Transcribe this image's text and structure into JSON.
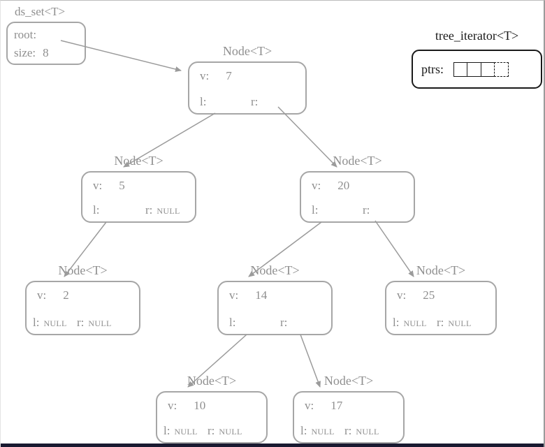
{
  "colors": {
    "diagram_gray": "#9b9b9b",
    "ink_black": "#1a1a1a",
    "bottom_bar": "#191930"
  },
  "set_box": {
    "title": "ds_set<T>",
    "root_label": "root:",
    "size_label": "size:",
    "size_value": "8"
  },
  "iterator": {
    "title": "tree_iterator<T>",
    "ptrs_label": "ptrs:"
  },
  "nodes": [
    {
      "title": "Node<T>",
      "v_label": "v:",
      "value": "7",
      "l_label": "l:",
      "l_null": "",
      "r_label": "r:",
      "r_null": ""
    },
    {
      "title": "Node<T>",
      "v_label": "v:",
      "value": "5",
      "l_label": "l:",
      "l_null": "",
      "r_label": "r:",
      "r_null": "NULL"
    },
    {
      "title": "Node<T>",
      "v_label": "v:",
      "value": "20",
      "l_label": "l:",
      "l_null": "",
      "r_label": "r:",
      "r_null": ""
    },
    {
      "title": "Node<T>",
      "v_label": "v:",
      "value": "2",
      "l_label": "l:",
      "l_null": "NULL",
      "r_label": "r:",
      "r_null": "NULL"
    },
    {
      "title": "Node<T>",
      "v_label": "v:",
      "value": "14",
      "l_label": "l:",
      "l_null": "",
      "r_label": "r:",
      "r_null": ""
    },
    {
      "title": "Node<T>",
      "v_label": "v:",
      "value": "25",
      "l_label": "l:",
      "l_null": "NULL",
      "r_label": "r:",
      "r_null": "NULL"
    },
    {
      "title": "Node<T>",
      "v_label": "v:",
      "value": "10",
      "l_label": "l:",
      "l_null": "NULL",
      "r_label": "r:",
      "r_null": "NULL"
    },
    {
      "title": "Node<T>",
      "v_label": "v:",
      "value": "17",
      "l_label": "l:",
      "l_null": "NULL",
      "r_label": "r:",
      "r_null": "NULL"
    }
  ]
}
